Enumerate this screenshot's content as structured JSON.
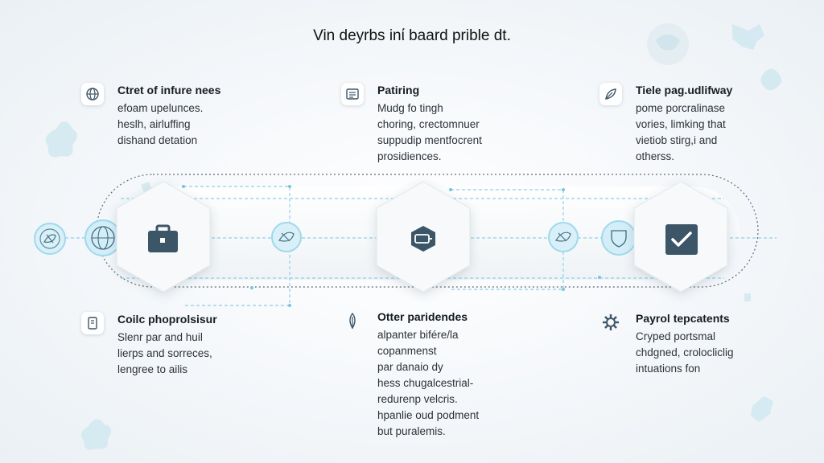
{
  "title": "Vin deyrbs inί baard prible dt.",
  "colors": {
    "accent": "#8fd6ec",
    "icon_dark": "#3c5567",
    "background": "#f1f5f8"
  },
  "blocks": [
    {
      "id": "top-left",
      "icon": "globe-icon",
      "heading": "Ctret of infure nees",
      "lines": [
        "efoam upeluпces.",
        "heslh, airluffing",
        "dishand detation"
      ]
    },
    {
      "id": "top-middle",
      "icon": "document-icon",
      "heading": "Patiring",
      "lines": [
        "Mudg fo tingh",
        "choring, crectomnuer",
        "suppudip mentfocrent",
        "prosidiences."
      ]
    },
    {
      "id": "top-right",
      "icon": "leaf-icon",
      "heading": "Tiele pag.udlifway",
      "lines": [
        "pome porcralinase",
        "vories, limking that",
        "vietiob stirg,i and",
        "otherss."
      ]
    },
    {
      "id": "bottom-left",
      "icon": "tablet-icon",
      "heading": "Coilc phoprolsisur",
      "lines": [
        "Slenr par and huil",
        "lierps and sorreces,",
        "lengree to ailis"
      ]
    },
    {
      "id": "bottom-middle",
      "icon": "feather-icon",
      "heading": "Otter paridendes",
      "lines": [
        "alpanter bifére/la",
        "copanmenst",
        "par danaio dy",
        "hess chugalcestrial-",
        "redurenp velcris.",
        "hpanlie oud podment",
        "but puralemis."
      ]
    },
    {
      "id": "bottom-right",
      "icon": "gear-icon",
      "heading": "Payrol tepcatents",
      "lines": [
        "Cryped portsmal",
        "chdgned, crolocliclig",
        "intuations fon"
      ]
    }
  ],
  "stages": [
    {
      "icon": "briefcase-icon"
    },
    {
      "icon": "tag-icon"
    },
    {
      "icon": "checkbox-icon"
    }
  ],
  "connectors": [
    {
      "icon": "leaf-badge-icon"
    },
    {
      "icon": "globe-badge-icon"
    },
    {
      "icon": "leaf-badge-icon"
    },
    {
      "icon": "leaf-badge-icon"
    },
    {
      "icon": "shield-badge-icon"
    }
  ]
}
